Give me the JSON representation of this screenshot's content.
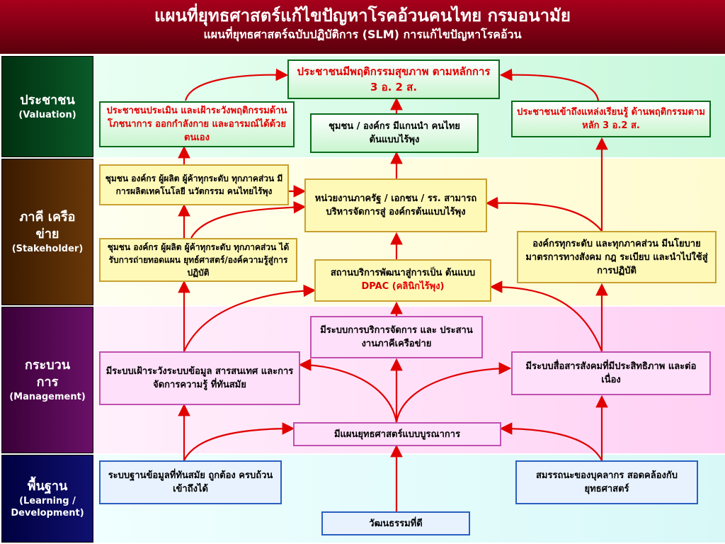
{
  "header": {
    "title": "แผนที่ยุทธศาสตร์แก้ไขปัญหาโรคอ้วนคนไทย กรมอนามัย",
    "subtitle": "แผนที่ยุทธศาสตร์ฉบับปฏิบัติการ (SLM) การแก้ไขปัญหาโรคอ้วน"
  },
  "sides": {
    "valuation": {
      "th": "ประชาชน",
      "en": "(Valuation)"
    },
    "stakeholder": {
      "th": "ภาคี เครือข่าย",
      "en": "(Stakeholder)"
    },
    "management": {
      "th": "กระบวน การ",
      "en": "(Management)"
    },
    "learning": {
      "th": "พื้นฐาน",
      "en": "(Learning / Development)"
    }
  },
  "boxes": {
    "v_top": "ประชาชนมีพฤติกรรมสุขภาพ ตามหลักการ 3 อ. 2 ส.",
    "v_left": "ประชาชนประเมิน และเฝ้าระวังพฤติกรรมด้านโภชนาการ ออกกำลังกาย และอารมณ์ได้ด้วยตนเอง",
    "v_center": "ชุมชน / องค์กร มีแกนนำ คนไทยต้นแบบไร้พุง",
    "v_right": "ประชาชนเข้าถึงแหล่งเรียนรู้ ด้านพฤติกรรมตามหลัก 3 อ.2 ส.",
    "s_left1": "ชุมชน องค์กร ผู้ผลิต ผู้ค้าทุกระดับ ทุกภาคส่วน มีการผลิตเทคโนโลยี นวัตกรรม คนไทยไร้พุง",
    "s_center": "หน่วยงานภาครัฐ / เอกชน / รร. สามารถบริหารจัดการสู่ องค์กรต้นแบบไร้พุง",
    "s_left2": "ชุมชน องค์กร ผู้ผลิต ผู้ค้าทุกระดับ ทุกภาคส่วน ได้รับการถ่ายทอดแผน ยุทธ์ศาสตร์/องค์ความรู้สู่การปฏิบัติ",
    "s_right": "องค์กรทุกระดับ และทุกภาคส่วน มีนโยบาย มาตรการทางสังคม กฎ ระเบียบ และนำไปใช้สู่การปฏิบัติ",
    "s_dpac_a": "สถานบริการพัฒนาสู่การเป็น ต้นแบบ ",
    "s_dpac_b": "DPAC (คลินิกไร้พุง)",
    "m_center": "มีระบบการบริการจัดการ และ ประสานงานภาคีเครือข่าย",
    "m_left": "มีระบบเฝ้าระวังระบบข้อมูล สารสนเทศ และการจัดการความรู้ ที่ทันสมัย",
    "m_right": "มีระบบสื่อสารสังคมที่มีประสิทธิภาพ และต่อเนื่อง",
    "m_plan": "มีแผนยุทธศาสตร์แบบบูรณาการ",
    "l_left": "ระบบฐานข้อมูลที่ทันสมัย ถูกต้อง ครบถ้วน เข้าถึงได้",
    "l_right": "สมรรถนะของบุคลากร สอดคล้องกับยุทธศาสตร์",
    "l_bottom": "วัฒนธรรมที่ดี"
  },
  "colors": {
    "header": "#7a0012",
    "valuation_band": "#d8fbe6",
    "stakeholder_band": "#fffde0",
    "management_band": "#ffd8f6",
    "learning_band": "#e0fbfb",
    "arrow": "#e00000"
  }
}
